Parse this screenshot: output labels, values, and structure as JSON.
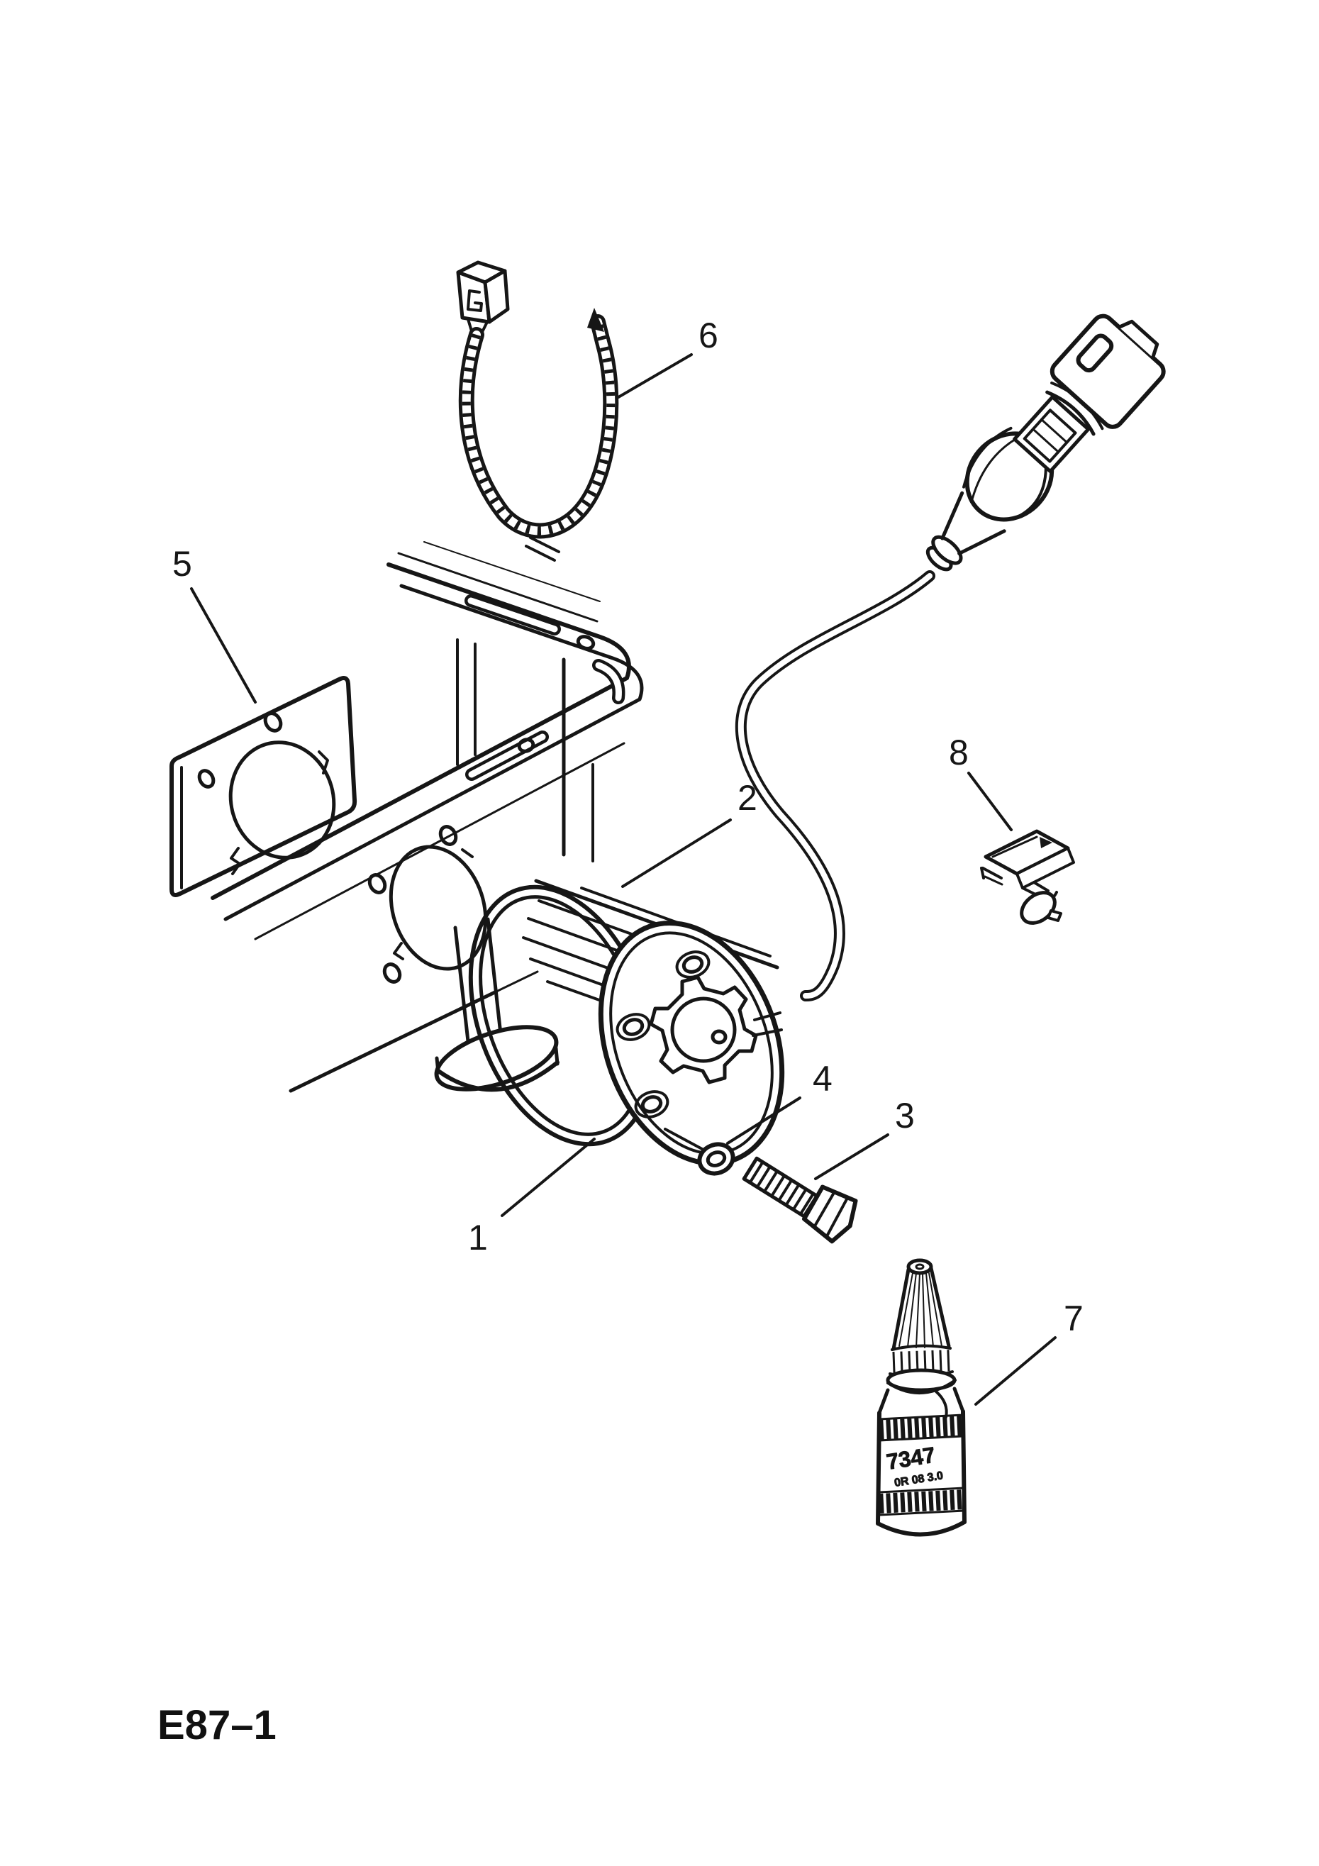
{
  "diagram": {
    "figure_code": "E87–1",
    "ink_color": "#161616",
    "paper_color": "#ffffff",
    "callouts": [
      {
        "number": "1"
      },
      {
        "number": "2"
      },
      {
        "number": "3"
      },
      {
        "number": "4"
      },
      {
        "number": "5"
      },
      {
        "number": "6"
      },
      {
        "number": "7"
      },
      {
        "number": "8"
      }
    ],
    "bottle_label": {
      "line1": "7347",
      "line2": "0R 08 3.0"
    }
  }
}
